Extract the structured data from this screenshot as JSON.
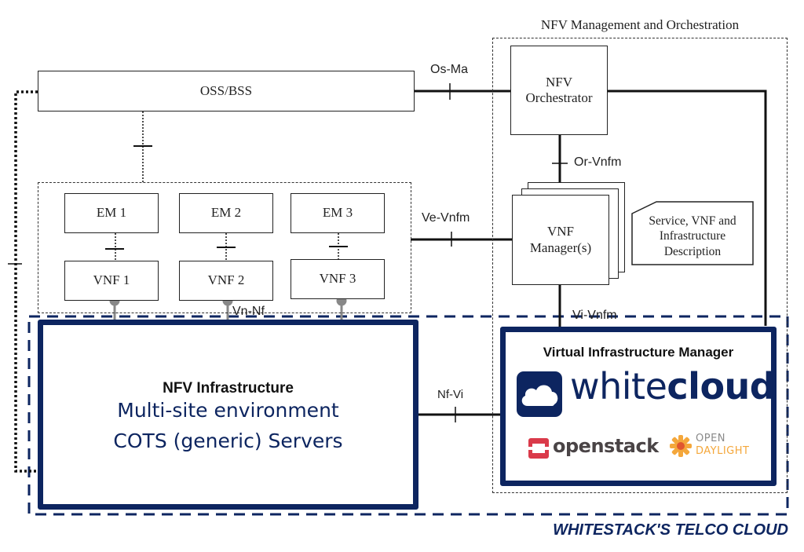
{
  "mano": {
    "group_label": "NFV Management and Orchestration",
    "orchestrator": "NFV\nOrchestrator",
    "vnf_manager": "VNF\nManager(s)",
    "description": "Service, VNF and\nInfrastructure\nDescription"
  },
  "oss_bss": "OSS/BSS",
  "elements": [
    {
      "em": "EM 1",
      "vnf": "VNF 1"
    },
    {
      "em": "EM 2",
      "vnf": "VNF 2"
    },
    {
      "em": "EM 3",
      "vnf": "VNF 3"
    }
  ],
  "reference_points": {
    "os_ma": "Os-Ma",
    "or_vnfm": "Or-Vnfm",
    "ve_vnfm": "Ve-Vnfm",
    "vi_vnfm": "Vi-Vnfm",
    "vn_nf": "Vn-Nf",
    "nf_vi": "Nf-Vi"
  },
  "nfvi": {
    "title": "NFV Infrastructure",
    "line1": "Multi-site environment",
    "line2": "COTS (generic) Servers"
  },
  "vim": {
    "title": "Virtual Infrastructure Manager",
    "brand_light": "white",
    "brand_bold": "cloud",
    "openstack": "openstack",
    "odl_top": "OPEN",
    "odl_bottom": "DAYLIGHT"
  },
  "footer": "WHITESTACK'S TELCO CLOUD",
  "colors": {
    "navy": "#0d2560",
    "openstack_red": "#da3a4a",
    "openstack_text": "#4a4446",
    "odl_orange": "#f4a73b",
    "odl_gray": "#8a8a8a"
  }
}
